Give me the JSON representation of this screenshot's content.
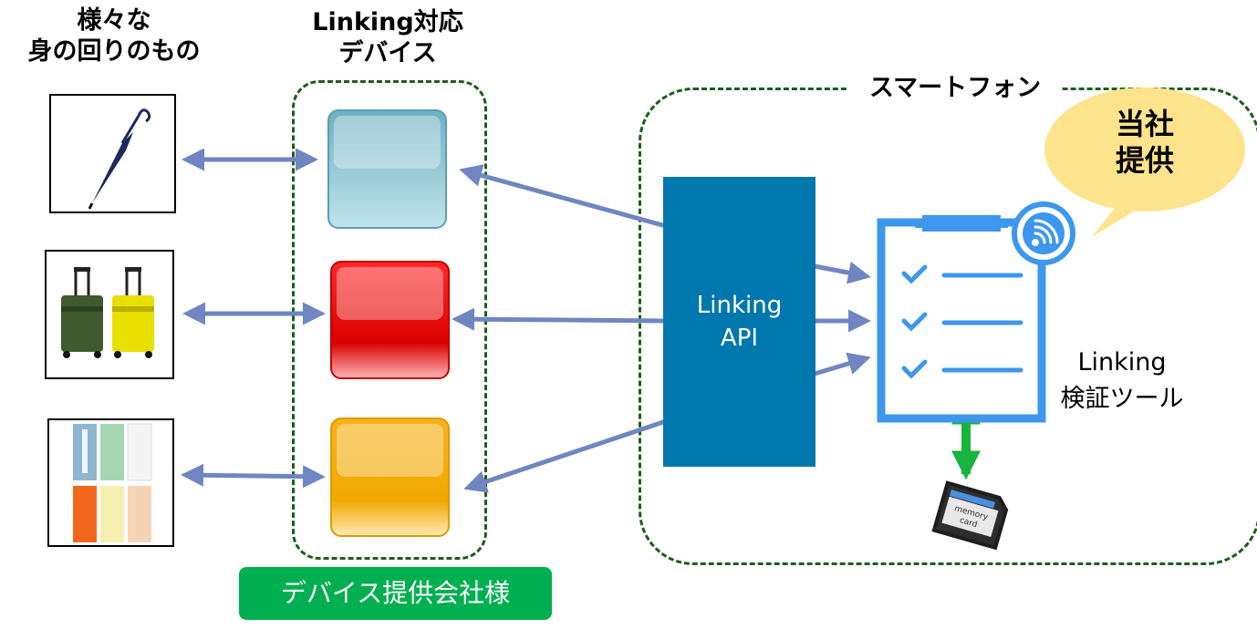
{
  "headers": {
    "things_line1": "様々な",
    "things_line2": "身の回りのもの",
    "devices_line1": "Linking対応",
    "devices_line2": "デバイス",
    "smartphone": "スマートフォン"
  },
  "api": {
    "line1": "Linking",
    "line2": "API"
  },
  "bubble": {
    "line1": "当社",
    "line2": "提供"
  },
  "tool": {
    "line1": "Linking",
    "line2": "検証ツール"
  },
  "memory_card": {
    "line1": "memory",
    "line2": "card"
  },
  "footer_badge": "デバイス提供会社様",
  "colors": {
    "arrow": "#6f86c2",
    "dashed_border": "#1c5e1a",
    "api_box": "#0077ad",
    "green_badge": "#00b050",
    "green_arrow": "#19b43e",
    "clipboard": "#3d97ee",
    "bubble": "#fde48c",
    "device_blue": "#7fbfcd",
    "device_red": "#e00000",
    "device_orange": "#f5ae10"
  },
  "icons": [
    "umbrella-icon",
    "suitcase-icon",
    "doors-icon",
    "clipboard-checklist-icon",
    "wifi-icon",
    "memory-card-icon"
  ]
}
